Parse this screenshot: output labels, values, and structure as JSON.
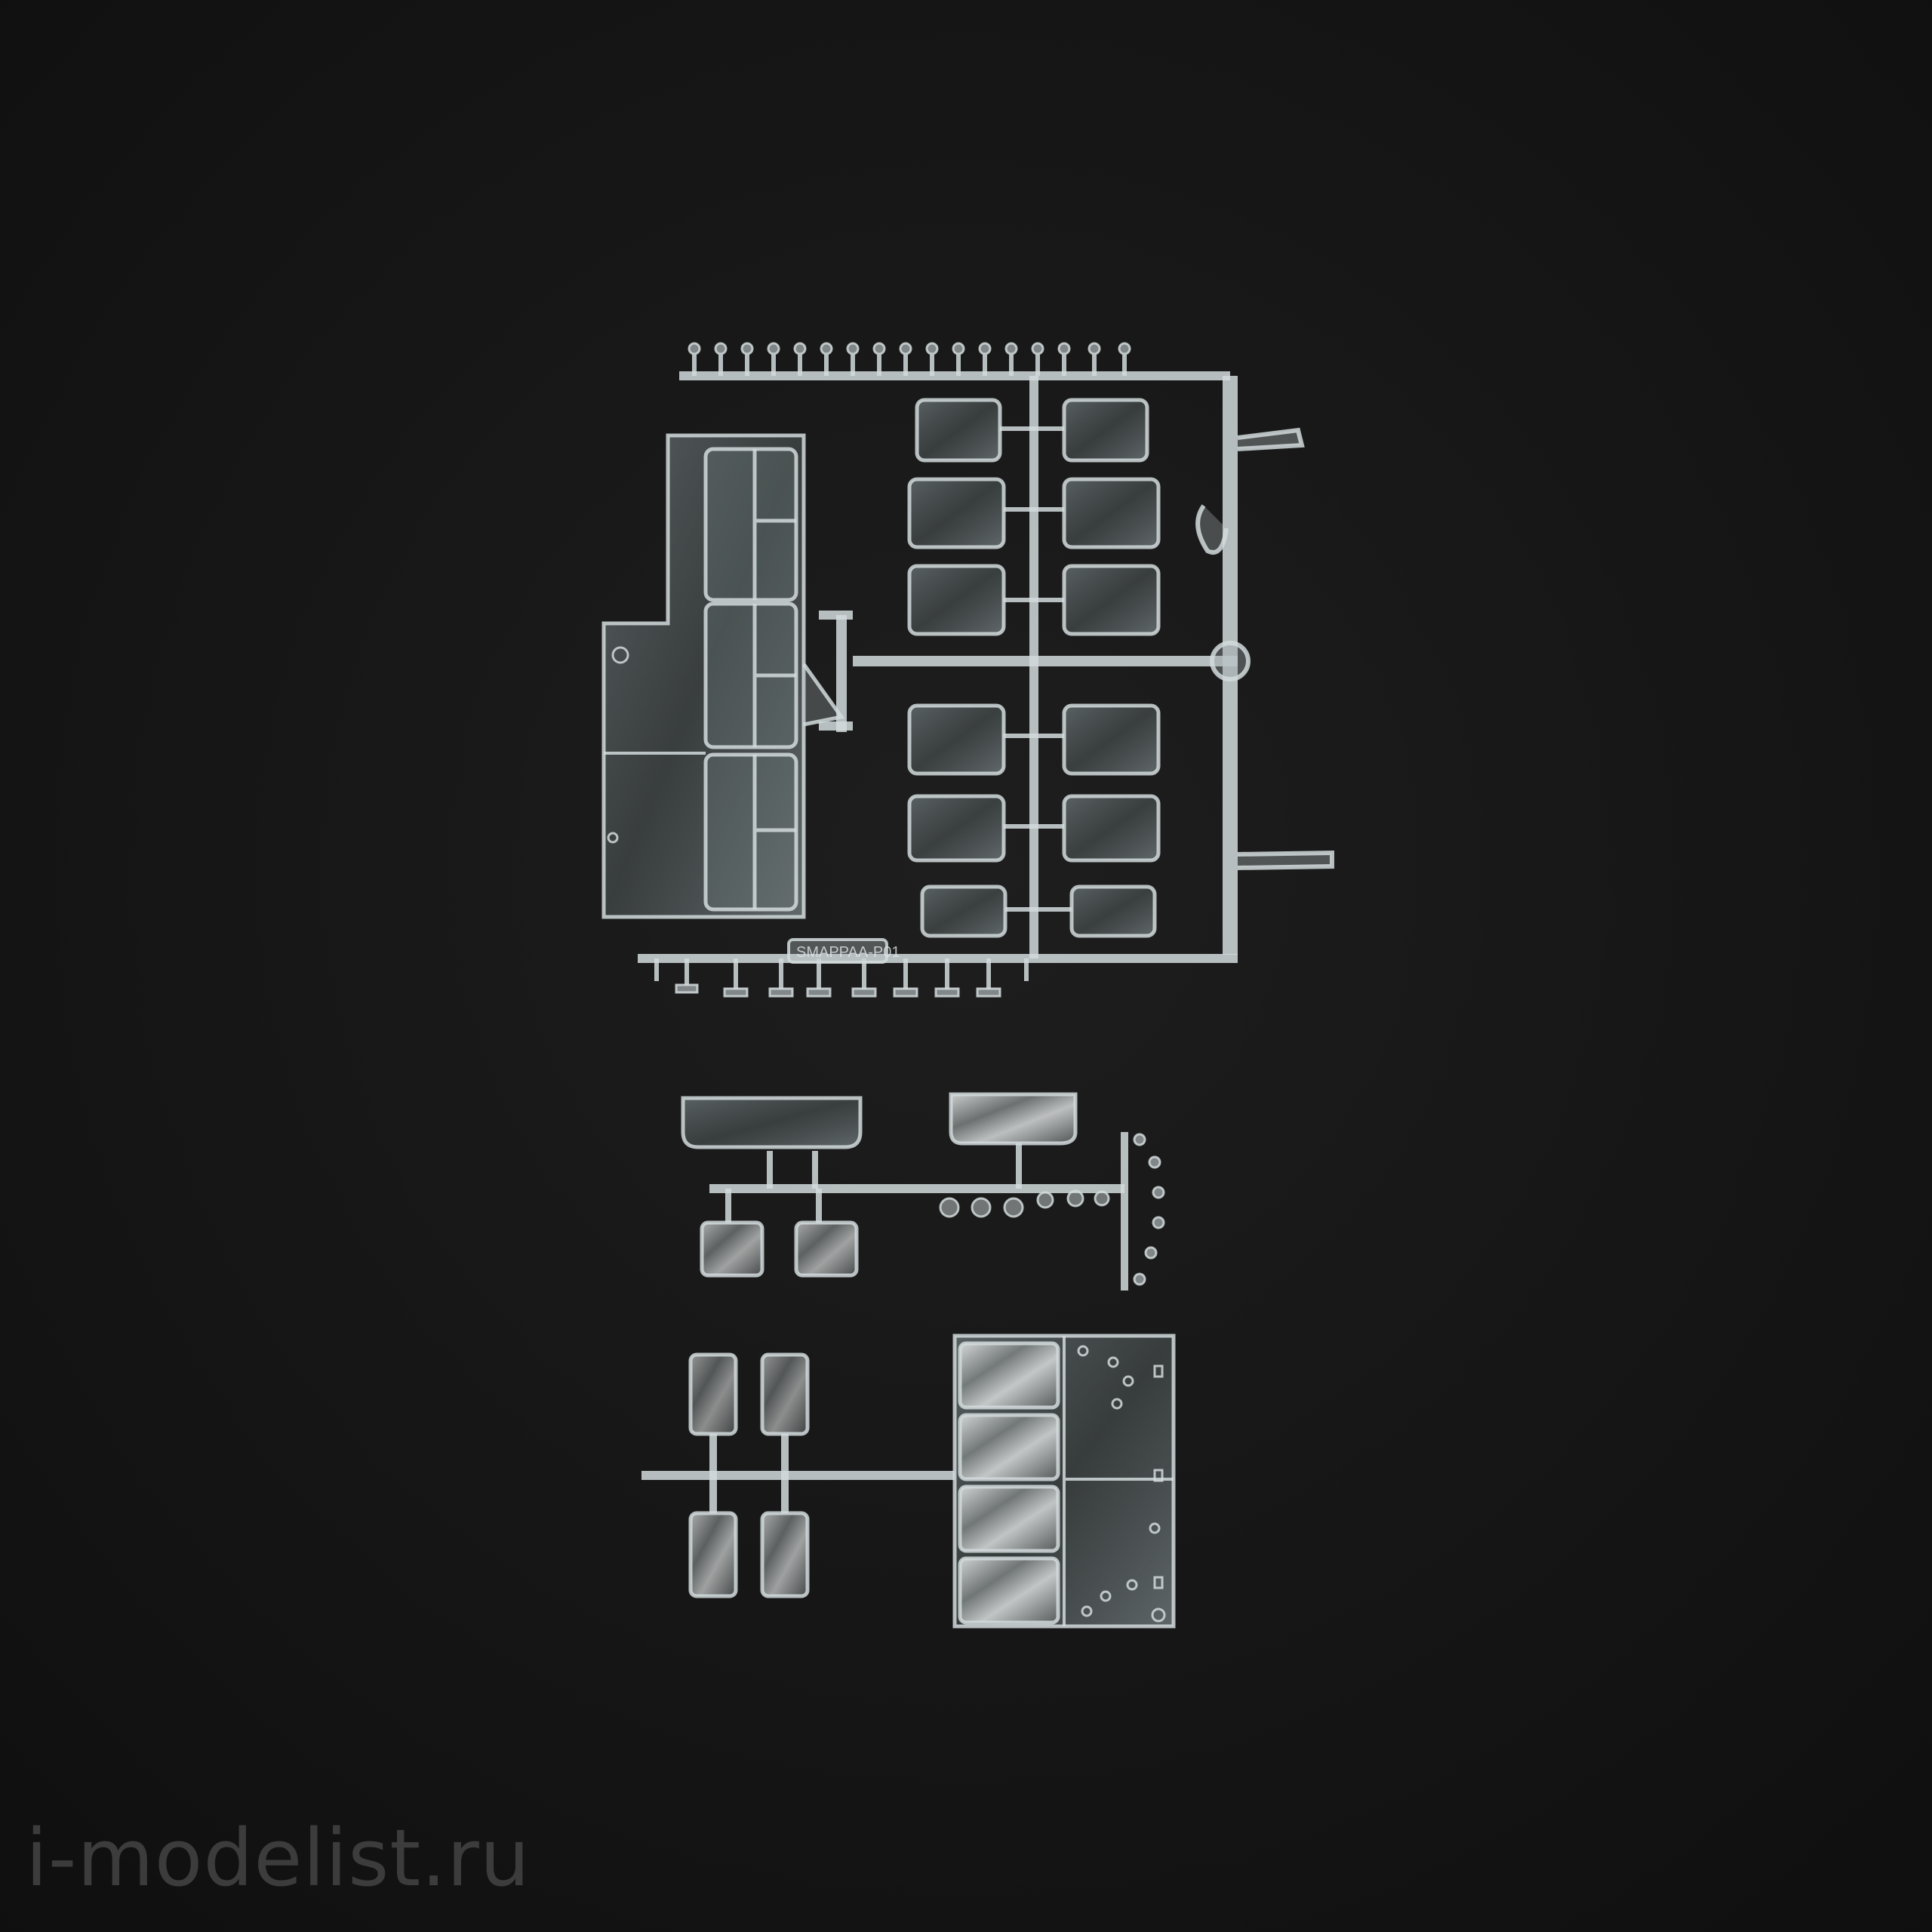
{
  "photo": {
    "subject": "clear-plastic-sprues-on-dark-felt",
    "background_color": "#141414",
    "plastic_color": "#c9d2d4"
  },
  "sprue_markings": {
    "top_sprue_code": "SMAPPAA-P01"
  },
  "watermark": {
    "text": "i-modelist.ru"
  }
}
